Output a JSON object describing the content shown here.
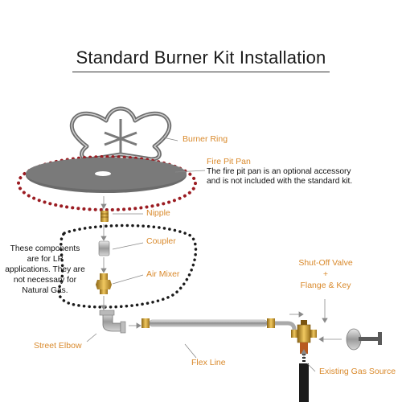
{
  "title": "Standard Burner Kit Installation",
  "labels": {
    "burner_ring": "Burner Ring",
    "fire_pit_pan": "Fire Pit Pan",
    "fire_pit_pan_note": "The fire pit pan is an optional accessory and is not included with the standard kit.",
    "nipple": "Nipple",
    "coupler": "Coupler",
    "air_mixer": "Air Mixer",
    "lp_note": "These components are for LP applications. They are not necessary for Natural Gas.",
    "shutoff_valve": "Shut-Off Valve",
    "plus": "+",
    "flange_key": "Flange & Key",
    "street_elbow": "Street Elbow",
    "flex_line": "Flex Line",
    "gas_source": "Existing Gas Source"
  },
  "colors": {
    "label_orange": "#d9892b",
    "dotted_red": "#9b1c22",
    "pan_gray": "#666666",
    "brass": "#c9962e",
    "steel": "#a8a8a8"
  }
}
